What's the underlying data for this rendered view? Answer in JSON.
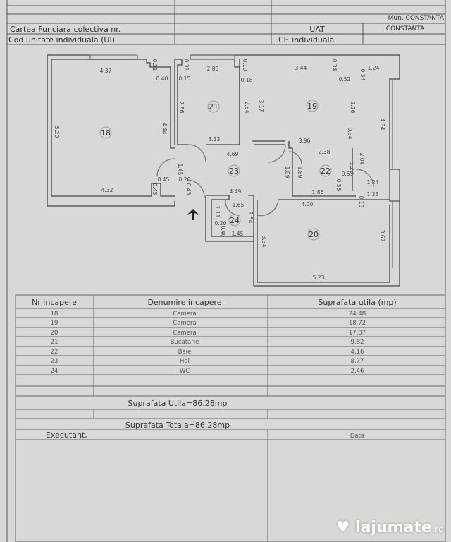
{
  "header": {
    "mun": "Mun. CONSTANTA",
    "carte_label": "Cartea Funciara colectiva nr.",
    "uat_label": "UAT",
    "uat_value": "CONSTANTA",
    "cod_label": "Cod unitate individuala (UI)",
    "cf_label": "CF. individuala"
  },
  "plan": {
    "rooms": [
      "18",
      "19",
      "20",
      "21",
      "22",
      "23",
      "24"
    ],
    "dims": [
      "4.37",
      "0.31",
      "0.40",
      "0.15",
      "0.31",
      "2.80",
      "0.10",
      "0.18",
      "2.86",
      "2.84",
      "4.44",
      "5.20",
      "3.13",
      "4.69",
      "1.45",
      "0.45",
      "0.20",
      "0.45",
      "0.45",
      "4.32",
      "3.44",
      "0.34",
      "1.24",
      "0.52",
      "0.34",
      "3.17",
      "2.26",
      "4.84",
      "0.34",
      "3.96",
      "2.38",
      "2.04",
      "1.23",
      "1.89",
      "1.89",
      "0.53",
      "0.55",
      "1.86",
      "1.24",
      "1.23",
      "0.13",
      "4.49",
      "4.00",
      "1.65",
      "1.54",
      "1.11",
      "0.20",
      "0.40",
      "1.45",
      "3.34",
      "3.67",
      "5.23"
    ]
  },
  "table": {
    "headers": [
      "Nr incapere",
      "Denumire incapere",
      "Suprafata utila (mp)"
    ],
    "rows": [
      [
        "18",
        "Camera",
        "24.48"
      ],
      [
        "19",
        "Camera",
        "18.72"
      ],
      [
        "20",
        "Camera",
        "17.87"
      ],
      [
        "21",
        "Bucatarie",
        "9.82"
      ],
      [
        "22",
        "Baie",
        "4.16"
      ],
      [
        "23",
        "Hol",
        "8.77"
      ],
      [
        "24",
        "WC",
        "2.46"
      ]
    ],
    "suprafata_utila": "Suprafata Utila=86.28mp",
    "suprafata_totala": "Suprafata Totala=86.28mp",
    "executant": "Executant,",
    "data": "Data"
  },
  "watermark": {
    "brand": "lajumate",
    "tld": ".ro"
  }
}
